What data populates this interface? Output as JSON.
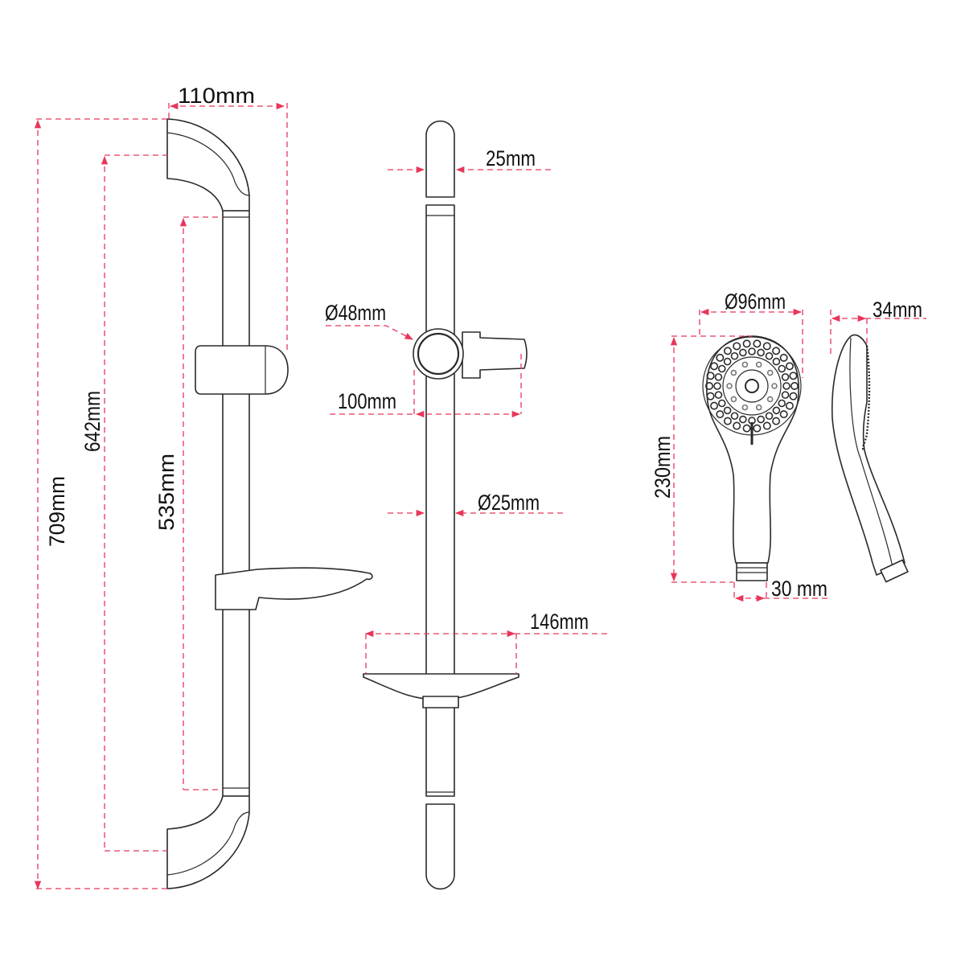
{
  "title": "Shower riser rail kit dimensions",
  "colors": {
    "dimension": "#e8365a",
    "outline": "#2a2a2a"
  },
  "dimensions": {
    "bracket_depth": "110mm",
    "overall_height": "709mm",
    "bracket_centres": "642mm",
    "rail_length_between_brackets": "535mm",
    "bracket_width": "25mm",
    "holder_diameter": "Ø48mm",
    "holder_projection": "100mm",
    "rail_diameter": "Ø25mm",
    "soap_dish_width": "146mm",
    "head_diameter": "Ø96mm",
    "head_depth": "34mm",
    "handset_length": "230mm",
    "connector_width": "30 mm"
  }
}
